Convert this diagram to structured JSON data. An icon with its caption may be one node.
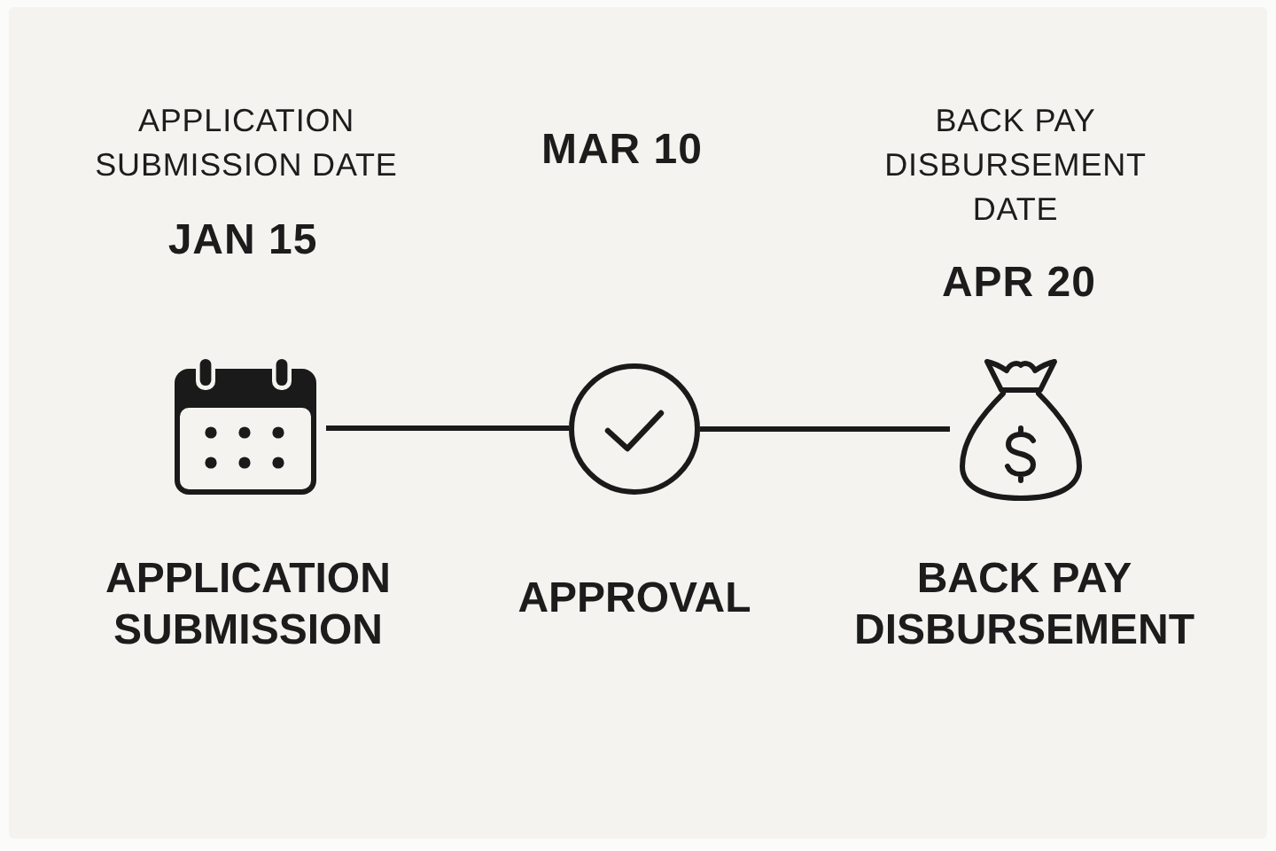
{
  "diagram": {
    "nodes": [
      {
        "text": [],
        "shape": "picture",
        "beside": [
          "APPLICATION SUBMISSION"
        ]
      },
      {
        "text": [],
        "shape": "circle",
        "beside": [
          "APPROVAL"
        ]
      },
      {
        "text": [],
        "shape": "picture",
        "beside": [
          "BACK PAY DISBURSEMENT"
        ]
      }
    ],
    "edges": [
      {
        "from": 0,
        "to": 1,
        "arrow": "none"
      },
      {
        "from": 1,
        "to": 2,
        "arrow": "none"
      }
    ],
    "labels": [
      "APPLICATION SUBMISSION DATE",
      "MAR 10",
      "BACK PAY DISBURSEMENT DATE",
      "JAN 15",
      "APR 20"
    ]
  }
}
